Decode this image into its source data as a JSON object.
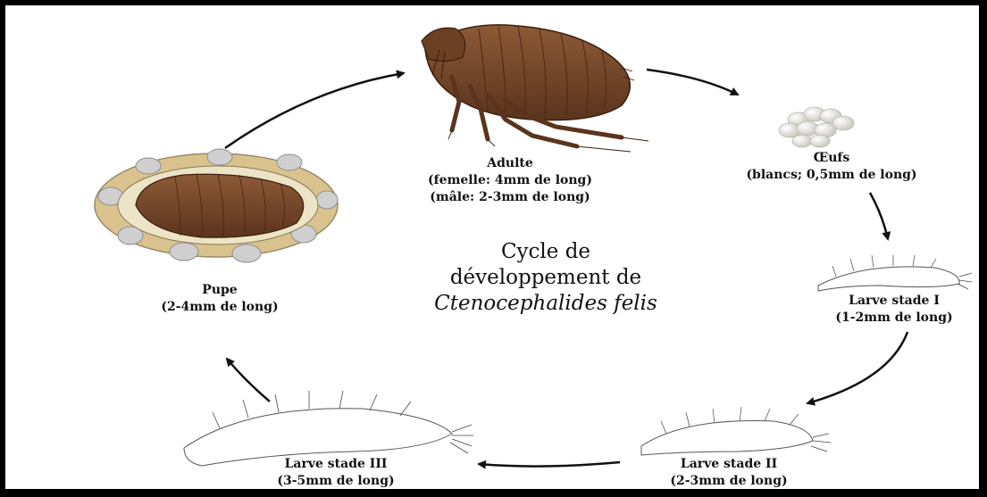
{
  "title": {
    "line1": "Cycle de",
    "line2": "développement de",
    "species": "Ctenocephalides felis"
  },
  "stages": {
    "adult": {
      "name": "Adulte",
      "detail1": "(femelle: 4mm de long)",
      "detail2": "(mâle: 2-3mm de long)"
    },
    "eggs": {
      "name": "Œufs",
      "detail1": "(blancs; 0,5mm de long)"
    },
    "larva1": {
      "name": "Larve stade I",
      "detail1": "(1-2mm de long)"
    },
    "larva2": {
      "name": "Larve stade II",
      "detail1": "(2-3mm de long)"
    },
    "larva3": {
      "name": "Larve stade III",
      "detail1": "(3-5mm de long)"
    },
    "pupa": {
      "name": "Pupe",
      "detail1": "(2-4mm de long)"
    }
  },
  "colors": {
    "flea_body": "#7a4a2c",
    "flea_dark": "#4a2a18",
    "egg": "#e8e6e0",
    "cocoon_sand": "#d9c28e",
    "cocoon_grey": "#cfcfcf",
    "arrow": "#111111"
  },
  "icons": [
    "flea-adult-illustration",
    "egg-cluster-illustration",
    "larva-illustration",
    "pupa-cocoon-illustration",
    "cycle-arrow-icon"
  ]
}
